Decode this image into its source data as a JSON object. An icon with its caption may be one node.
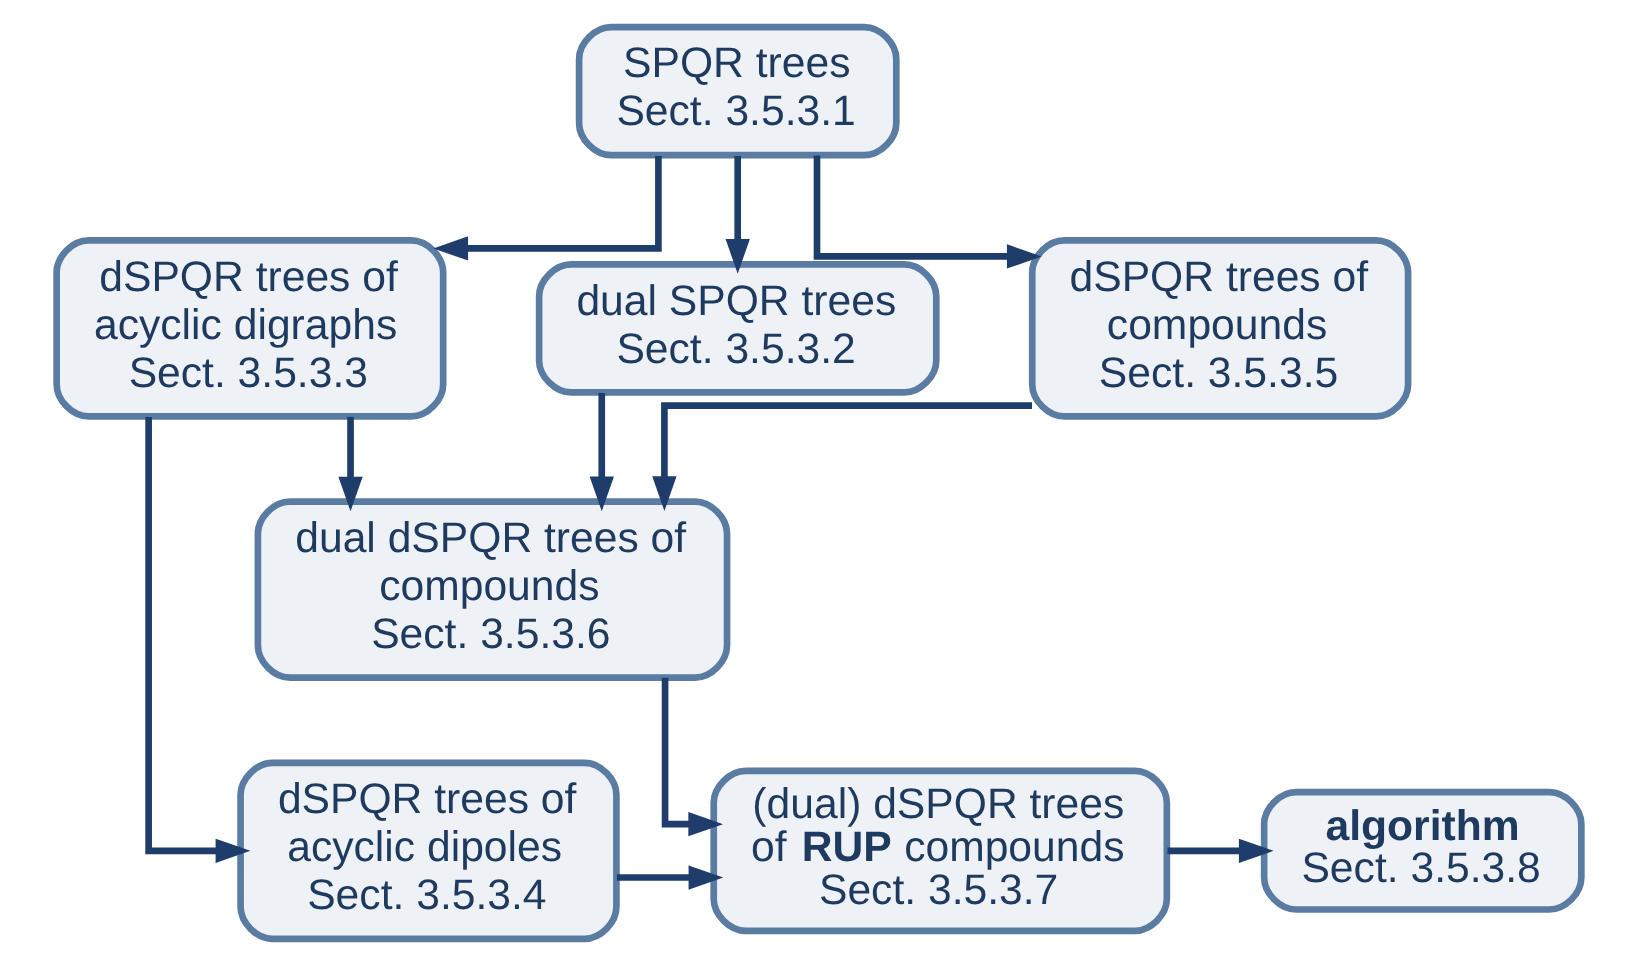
{
  "diagram": {
    "nodes": [
      {
        "text": [
          "SPQR trees",
          "Sect. 3.5.3.1"
        ]
      },
      {
        "text": [
          "dSPQR trees of acyclic digraphs",
          "Sect. 3.5.3.3"
        ]
      },
      {
        "text": [
          "dual SPQR trees",
          "Sect. 3.5.3.2"
        ]
      },
      {
        "text": [
          "dSPQR trees of compounds",
          "Sect. 3.5.3.5"
        ]
      },
      {
        "text": [
          "dual dSPQR trees of compounds",
          "Sect. 3.5.3.6"
        ]
      },
      {
        "text": [
          "dSPQR trees of acyclic dipoles",
          "Sect. 3.5.3.4"
        ]
      },
      {
        "text": [
          "(dual) dSPQR trees of **RUP** compounds",
          "Sect. 3.5.3.7"
        ]
      },
      {
        "text": [
          "algorithm",
          "Sect. 3.5.3.8"
        ]
      }
    ],
    "edges": [
      {
        "from": 0,
        "to": 1,
        "arrow": "to"
      },
      {
        "from": 0,
        "to": 2,
        "arrow": "to"
      },
      {
        "from": 0,
        "to": 3,
        "arrow": "to"
      },
      {
        "from": 2,
        "to": 4,
        "arrow": "to"
      },
      {
        "from": 1,
        "to": 4,
        "arrow": "to"
      },
      {
        "from": 3,
        "to": 4,
        "arrow": "to"
      },
      {
        "from": 1,
        "to": 5,
        "arrow": "to"
      },
      {
        "from": 4,
        "to": 6,
        "arrow": "to"
      },
      {
        "from": 5,
        "to": 6,
        "arrow": "to"
      },
      {
        "from": 6,
        "to": 7,
        "arrow": "to"
      }
    ]
  }
}
